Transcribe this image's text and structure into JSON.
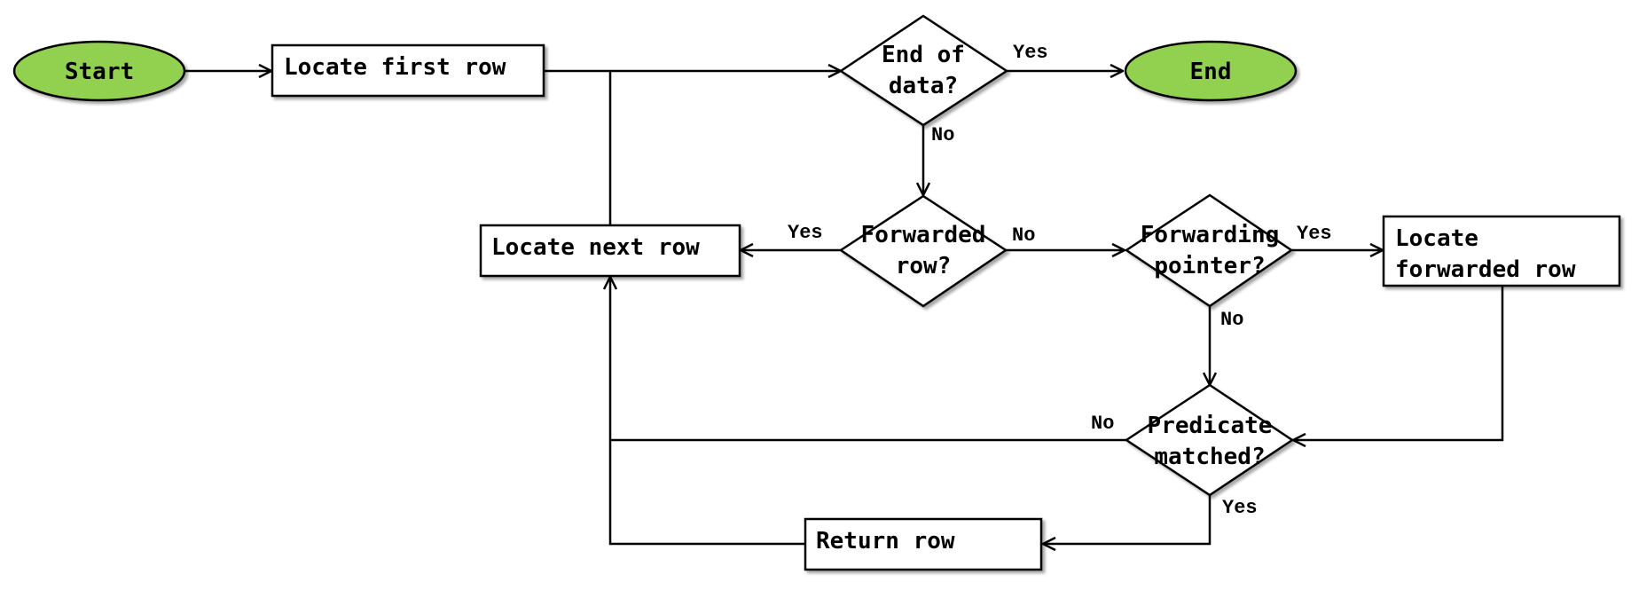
{
  "colors": {
    "terminal_fill": "#92d050",
    "stroke": "#000000",
    "box_fill": "#ffffff"
  },
  "nodes": {
    "start": {
      "label": "Start"
    },
    "end": {
      "label": "End"
    },
    "locate_first_row": {
      "label": "Locate first row"
    },
    "end_of_data": {
      "line1": "End of",
      "line2": "data?"
    },
    "locate_next_row": {
      "label": "Locate next row"
    },
    "forwarded_row": {
      "line1": "Forwarded",
      "line2": "row?"
    },
    "forwarding_pointer": {
      "line1": "Forwarding",
      "line2": "pointer?"
    },
    "locate_forwarded_row": {
      "line1": "Locate",
      "line2": "forwarded row"
    },
    "predicate_matched": {
      "line1": "Predicate",
      "line2": "matched?"
    },
    "return_row": {
      "label": "Return row"
    }
  },
  "edge_labels": {
    "end_of_data_yes": "Yes",
    "end_of_data_no": "No",
    "forwarded_row_yes": "Yes",
    "forwarded_row_no": "No",
    "forwarding_pointer_yes": "Yes",
    "forwarding_pointer_no": "No",
    "predicate_no": "No",
    "predicate_yes": "Yes"
  }
}
